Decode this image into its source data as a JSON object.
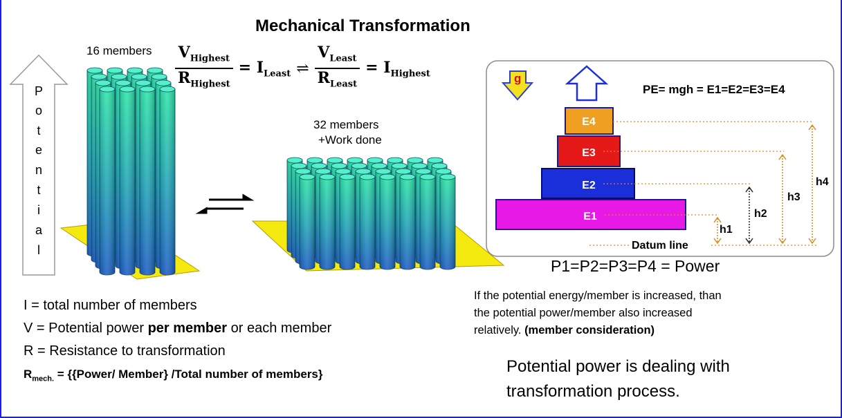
{
  "title": "Mechanical Transformation",
  "left_stack": {
    "label": "16 members"
  },
  "right_stack": {
    "label_line1": "32 members",
    "label_line2": "+Work done"
  },
  "potential_arrow": {
    "letters": [
      "P",
      "o",
      "t",
      "e",
      "n",
      "t",
      "i",
      "a",
      "l"
    ]
  },
  "equation": {
    "num1": "V",
    "num1_sub": "Highest",
    "den1": "R",
    "den1_sub": "Highest",
    "eq1": "= I",
    "eq1_sub": "Least",
    "arrow": "⇌",
    "num2": "V",
    "num2_sub": "Least",
    "den2": "R",
    "den2_sub": "Least",
    "eq2": "= I",
    "eq2_sub": "Highest"
  },
  "energy_box": {
    "formula": "PE= mgh = E1=E2=E3=E4",
    "gravity_label": "g",
    "levels": [
      "E1",
      "E2",
      "E3",
      "E4"
    ],
    "heights": [
      "h1",
      "h2",
      "h3",
      "h4"
    ],
    "datum": "Datum line",
    "colors": {
      "E1": "#e619e6",
      "E2": "#1a2fd9",
      "E3": "#e61919",
      "E4": "#f0a020",
      "frame": "#1a1aff",
      "leader": "#d98a1a"
    }
  },
  "power_eq": "P1=P2=P3=P4 = Power",
  "power_note": {
    "line1": "If the potential energy/member  is increased, than",
    "line2": "the potential power/member also increased",
    "line3_plain": "relatively. ",
    "line3_bold": "(member consideration)"
  },
  "conclusion": {
    "line1": "Potential power is dealing with",
    "line2": "transformation process."
  },
  "definitions": {
    "I": "I = total number of members",
    "V_pre": "V = Potential  power ",
    "V_bold": "per member",
    "V_post": " or each member",
    "R": "R = Resistance to transformation",
    "Rmech_R": "R",
    "Rmech_sub": "mech.",
    "Rmech_rest": " = {{Power/ Member} /Total number of members}"
  }
}
